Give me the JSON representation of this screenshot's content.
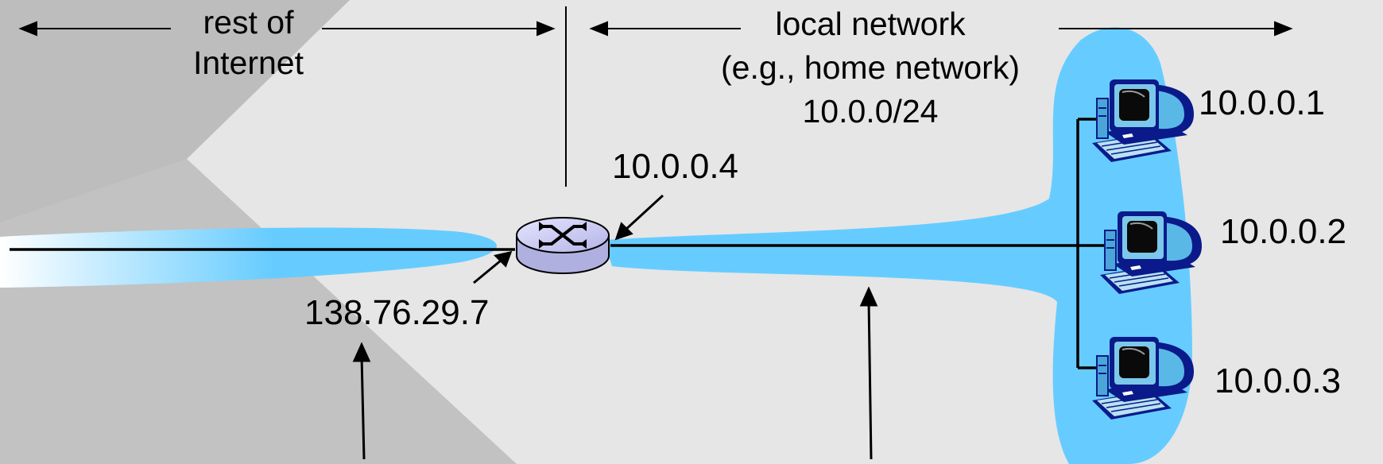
{
  "left_region": {
    "label_line1": "rest of",
    "label_line2": "Internet"
  },
  "right_region": {
    "label_line1": "local network",
    "label_line2": "(e.g., home network)",
    "label_line3": "10.0.0/24"
  },
  "router": {
    "lan_address": "10.0.0.4",
    "wan_address": "138.76.29.7"
  },
  "hosts": [
    {
      "address": "10.0.0.1"
    },
    {
      "address": "10.0.0.2"
    },
    {
      "address": "10.0.0.3"
    }
  ],
  "colors": {
    "network_blue": "#66ccff",
    "background_light": "#e6e6e6",
    "background_dark": "#bdbdbd",
    "host_dark_blue": "#0a1a8a",
    "router_lavender": "#c8c8ee"
  }
}
